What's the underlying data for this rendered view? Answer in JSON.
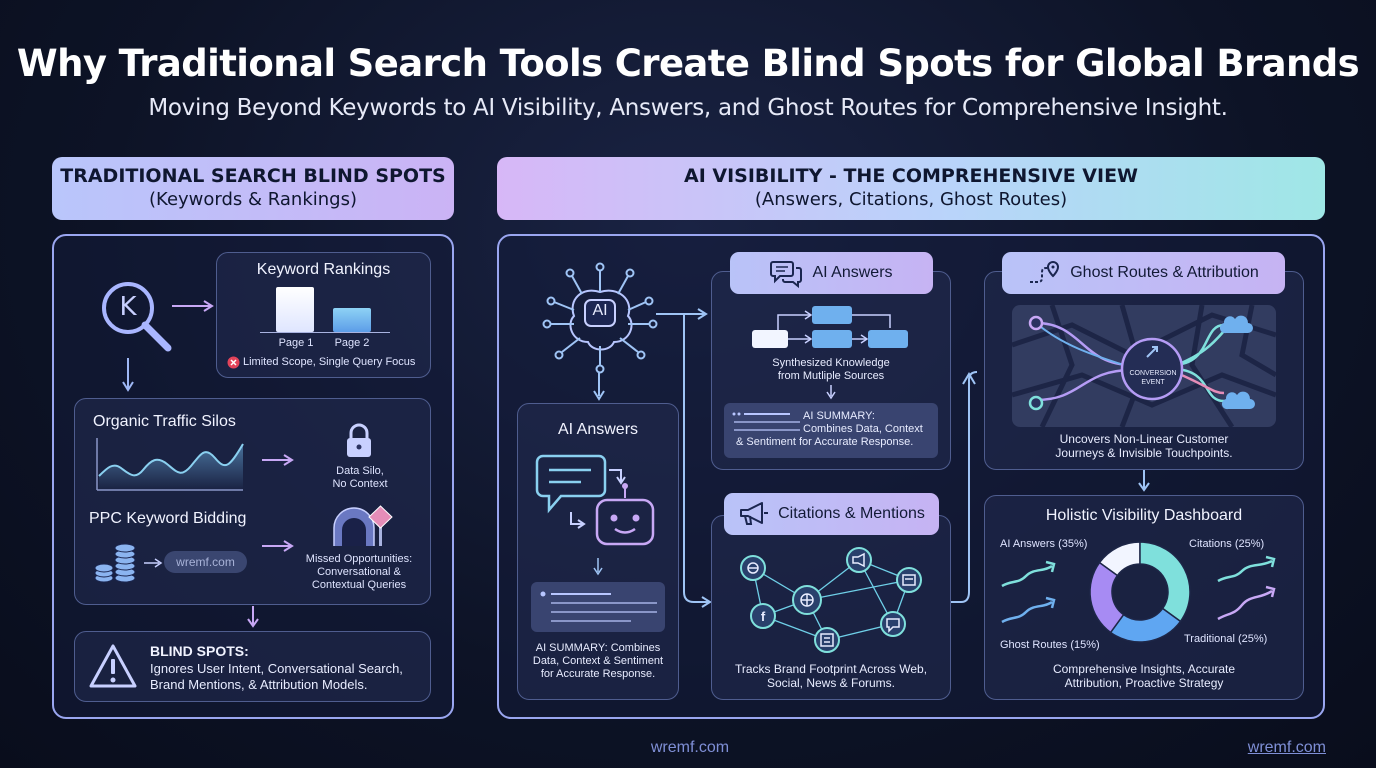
{
  "header": {
    "title": "Why Traditional Search Tools Create Blind Spots for Global Brands",
    "subtitle": "Moving Beyond Keywords to AI Visibility, Answers, and Ghost Routes for Comprehensive Insight."
  },
  "left": {
    "heading": "TRADITIONAL SEARCH BLIND SPOTS",
    "heading_sub": "(Keywords & Rankings)",
    "icon_letter": "K",
    "rankings": {
      "title": "Keyword Rankings",
      "bar1": "Page 1",
      "bar2": "Page 2",
      "note": "Limited Scope, Single Query Focus"
    },
    "organic": {
      "title": "Organic Traffic Silos",
      "silo": "Data Silo,",
      "silo2": "No Context"
    },
    "ppc": {
      "title": "PPC Keyword Bidding",
      "domain": "wremf.com",
      "missed1": "Missed Opportunities:",
      "missed2": "Conversational &",
      "missed3": "Contextual Queries"
    },
    "blind": {
      "title": "BLIND SPOTS:",
      "line1": "Ignores User Intent, Conversational Search,",
      "line2": "Brand Mentions, & Attribution Models."
    }
  },
  "right": {
    "heading": "AI VISIBILITY - THE COMPREHENSIVE VIEW",
    "heading_sub": "(Answers, Citations, Ghost Routes)",
    "brain_label": "AI",
    "ai_answers_card": {
      "title": "AI Answers",
      "line1": "AI SUMMARY: Combines",
      "line2": "Data, Context & Sentiment",
      "line3": "for Accurate Response."
    },
    "ai_answers_pill": {
      "title": "AI Answers",
      "synth1": "Synthesized Knowledge",
      "synth2": "from Mutliple Sources",
      "sum1": "AI SUMMARY:",
      "sum2": "Combines Data, Context",
      "sum3": "& Sentiment for Accurate Response."
    },
    "citations": {
      "title": "Citations & Mentions",
      "line1": "Tracks Brand Footprint Across Web,",
      "line2": "Social, News & Forums."
    },
    "ghost": {
      "title": "Ghost Routes & Attribution",
      "event1": "CONVERSION",
      "event2": "EVENT",
      "line1": "Uncovers Non-Linear Customer",
      "line2": "Journeys & Invisible Touchpoints."
    },
    "dashboard": {
      "title": "Holistic Visibility Dashboard",
      "line1": "Comprehensive Insights, Accurate",
      "line2": "Attribution, Proactive Strategy"
    }
  },
  "chart_data": {
    "type": "pie",
    "categories": [
      "AI Answers (35%)",
      "Citations (25%)",
      "Traditional (25%)",
      "Ghost Routes (15%)"
    ],
    "values": [
      35,
      25,
      25,
      15
    ],
    "colors": [
      "#7fe0dc",
      "#5fa6f2",
      "#a78bf3",
      "#f2f5ff"
    ]
  },
  "footer": {
    "wm_center": "wremf.com",
    "wm_right": "wremf.com"
  }
}
